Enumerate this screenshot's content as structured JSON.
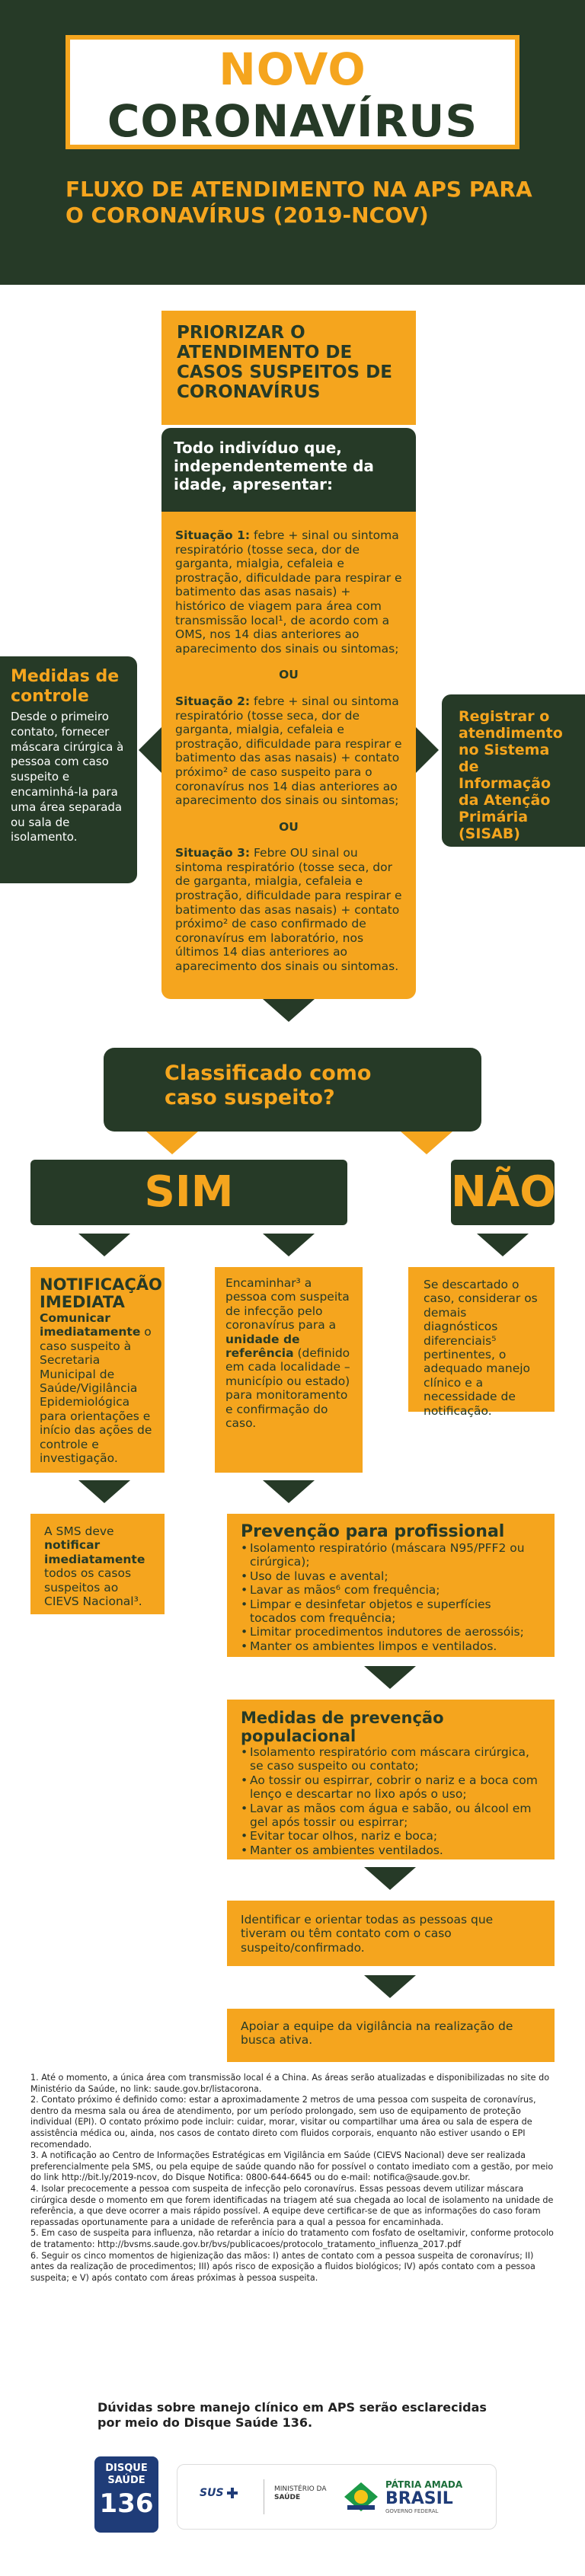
{
  "header": {
    "title_line1": "NOVO",
    "title_line2": "CORONAVÍRUS",
    "subtitle": "FLUXO DE ATENDIMENTO NA APS PARA O CORONAVÍRUS (2019-NCOV)"
  },
  "priority": {
    "text": "PRIORIZAR O ATENDIMENTO DE CASOS SUSPEITOS DE CORONAVÍRUS"
  },
  "everyone": {
    "text": "Todo indivíduo que, independentemente da idade, apresentar:"
  },
  "situations": {
    "s1_label": "Situação 1:",
    "s1_text": " febre + sinal ou sintoma respiratório (tosse seca, dor de garganta, mialgia, cefaleia e prostração, dificuldade para respirar e batimento das asas nasais) + histórico de viagem para área com transmissão local¹, de acordo com a OMS, nos 14 dias anteriores ao aparecimento dos sinais ou sintomas;",
    "or1": "OU",
    "s2_label": "Situação 2:",
    "s2_text": " febre + sinal ou sintoma respiratório (tosse seca, dor de garganta, mialgia, cefaleia e prostração, dificuldade para respirar e batimento das asas nasais) + contato próximo² de caso suspeito para o coronavírus nos 14 dias anteriores ao aparecimento dos sinais ou sintomas;",
    "or2": "OU",
    "s3_label": "Situação 3:",
    "s3_text": " Febre OU sinal ou sintoma respiratório (tosse seca, dor de garganta, mialgia, cefaleia e prostração, dificuldade para respirar e batimento das asas nasais) + contato próximo² de caso confirmado de coronavírus em laboratório, nos últimos 14 dias anteriores ao aparecimento dos sinais ou sintomas."
  },
  "control": {
    "title": "Medidas de controle",
    "text": "Desde o primeiro contato, fornecer máscara cirúrgica à pessoa com caso suspeito e encaminhá-la para uma área separada ou sala de isolamento."
  },
  "register": {
    "text": "Registrar o atendimento no Sistema de Informação da Atenção Primária (SISAB)"
  },
  "classified": {
    "text": "Classificado como caso suspeito?"
  },
  "yes": "SIM",
  "no": "NÃO",
  "notif": {
    "title": "NOTIFICAÇÃO IMEDIATA",
    "bold": "Comunicar imediatamente",
    "text": " o caso suspeito à Secretaria Municipal de Saúde/Vigilância Epidemiológica para orientações e início das ações de controle e investigação."
  },
  "forward": {
    "t1": "Encaminhar³ a pessoa com suspeita de infecção pelo coronavírus para a ",
    "bold": "unidade de referência",
    "t2": " (definido em cada localidade – município ou estado) para monitoramento e confirmação do caso."
  },
  "discarded": {
    "text": "Se descartado o caso, considerar os demais diagnósticos diferenciais⁵ pertinentes, o adequado manejo clínico e a necessidade de notificação."
  },
  "sms": {
    "t1": "A SMS deve ",
    "bold": "notificar imediatamente",
    "t2": " todos os casos suspeitos ao CIEVS Nacional³."
  },
  "prof": {
    "title": "Prevenção para profissional",
    "items": [
      "Isolamento respiratório (máscara N95/PFF2 ou cirúrgica);",
      "Uso de luvas e avental;",
      "Lavar as mãos⁶ com frequência;",
      "Limpar e desinfetar objetos e superfícies tocados com frequência;",
      "Limitar procedimentos indutores de aerossóis;",
      "Manter os ambientes limpos e ventilados."
    ]
  },
  "pop": {
    "title": "Medidas de prevenção populacional",
    "items": [
      "Isolamento respiratório com máscara cirúrgica, se caso suspeito ou contato;",
      "Ao tossir ou espirrar, cobrir o nariz e a boca com lenço e descartar no lixo após o uso;",
      "Lavar as mãos com água e sabão, ou álcool em gel após tossir ou espirrar;",
      "Evitar tocar olhos, nariz e boca;",
      "Manter os ambientes ventilados."
    ]
  },
  "identify": {
    "text": "Identificar e orientar todas as pessoas que tiveram ou têm contato com o caso suspeito/confirmado."
  },
  "support": {
    "text": "Apoiar a equipe da vigilância na realização de busca ativa."
  },
  "footnotes": [
    "1. Até o momento, a única área com transmissão local é a China. As áreas serão atualizadas e disponibilizadas no site do Ministério da Saúde, no link: saude.gov.br/listacorona.",
    "2. Contato próximo é definido como: estar a aproximadamente 2 metros de uma pessoa com suspeita de coronavírus, dentro da mesma sala ou área de atendimento, por um período prolongado, sem uso de equipamento de proteção individual (EPI). O contato próximo pode incluir: cuidar, morar, visitar ou compartilhar uma área ou sala de espera de assistência médica ou, ainda, nos casos de contato direto com fluidos corporais, enquanto não estiver usando o EPI recomendado.",
    "3. A notificação ao Centro de Informações Estratégicas em Vigilância em Saúde (CIEVS Nacional) deve ser realizada preferencialmente pela SMS, ou pela equipe de saúde quando não for possível o contato imediato com a gestão, por meio do link http://bit.ly/2019-ncov, do Disque Notifica: 0800-644-6645 ou do e-mail: notifica@saude.gov.br.",
    "4. Isolar precocemente a pessoa com suspeita de infecção pelo coronavírus. Essas pessoas devem utilizar máscara cirúrgica desde o momento em que forem identificadas na triagem até sua chegada ao local de isolamento na unidade de referência, a que deve ocorrer a mais rápido possível. A equipe deve certificar-se de que as informações do caso foram repassadas oportunamente para a unidade de referência para a qual a pessoa for encaminhada.",
    "5. Em caso de suspeita para influenza, não retardar a início do tratamento com fosfato de oseltamivir, conforme protocolo de tratamento: http://bvsms.saude.gov.br/bvs/publicacoes/protocolo_tratamento_influenza_2017.pdf",
    "6. Seguir os cinco momentos de higienização das mãos: I) antes de contato com a pessoa suspeita de coronavírus; II) antes da realização de procedimentos; III) após risco de exposição a fluidos biológicos; IV) após contato com a pessoa suspeita; e V) após contato com áreas próximas à pessoa suspeita."
  ],
  "doubts": {
    "text": "Dúvidas sobre manejo clínico em APS serão esclarecidas por meio do Disque Saúde 136."
  },
  "logos": {
    "disque_line1": "DISQUE",
    "disque_line2": "SAÚDE",
    "disque_num": "136",
    "sus": "SUS",
    "ministry_line1": "MINISTÉRIO DA",
    "ministry_line2": "SAÚDE",
    "patria": "PÁTRIA AMADA",
    "brasil": "BRASIL",
    "gov": "GOVERNO FEDERAL"
  }
}
